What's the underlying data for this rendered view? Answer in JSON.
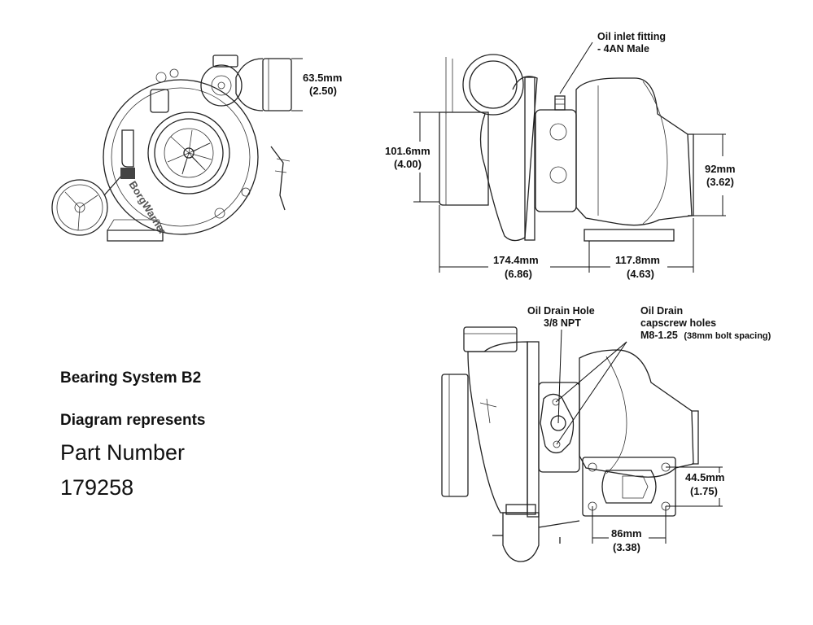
{
  "caption": {
    "bearing_system": "Bearing System B2",
    "diagram_represents": "Diagram represents",
    "part_number_label": "Part Number",
    "part_number": "179258"
  },
  "brand_mark": "BorgWarner",
  "front_view": {
    "inlet_dim_mm": "63.5mm",
    "inlet_dim_in": "(2.50)"
  },
  "side_view": {
    "oil_inlet_callout": [
      "Oil inlet fitting",
      "- 4AN Male"
    ],
    "comp_outlet_dim_mm": "101.6mm",
    "comp_outlet_dim_in": "(4.00)",
    "turbine_outlet_dim_mm": "92mm",
    "turbine_outlet_dim_in": "(3.62)",
    "length_left_mm": "174.4mm",
    "length_left_in": "(6.86)",
    "length_right_mm": "117.8mm",
    "length_right_in": "(4.63)"
  },
  "bottom_view": {
    "oil_drain_hole_callout": [
      "Oil Drain Hole",
      "3/8 NPT"
    ],
    "capscrew_callout": [
      "Oil Drain",
      "capscrew holes"
    ],
    "capscrew_spec": "M8-1.25",
    "capscrew_spacing": "(38mm bolt spacing)",
    "flange_height_mm": "44.5mm",
    "flange_height_in": "(1.75)",
    "flange_width_mm": "86mm",
    "flange_width_in": "(3.38)"
  }
}
